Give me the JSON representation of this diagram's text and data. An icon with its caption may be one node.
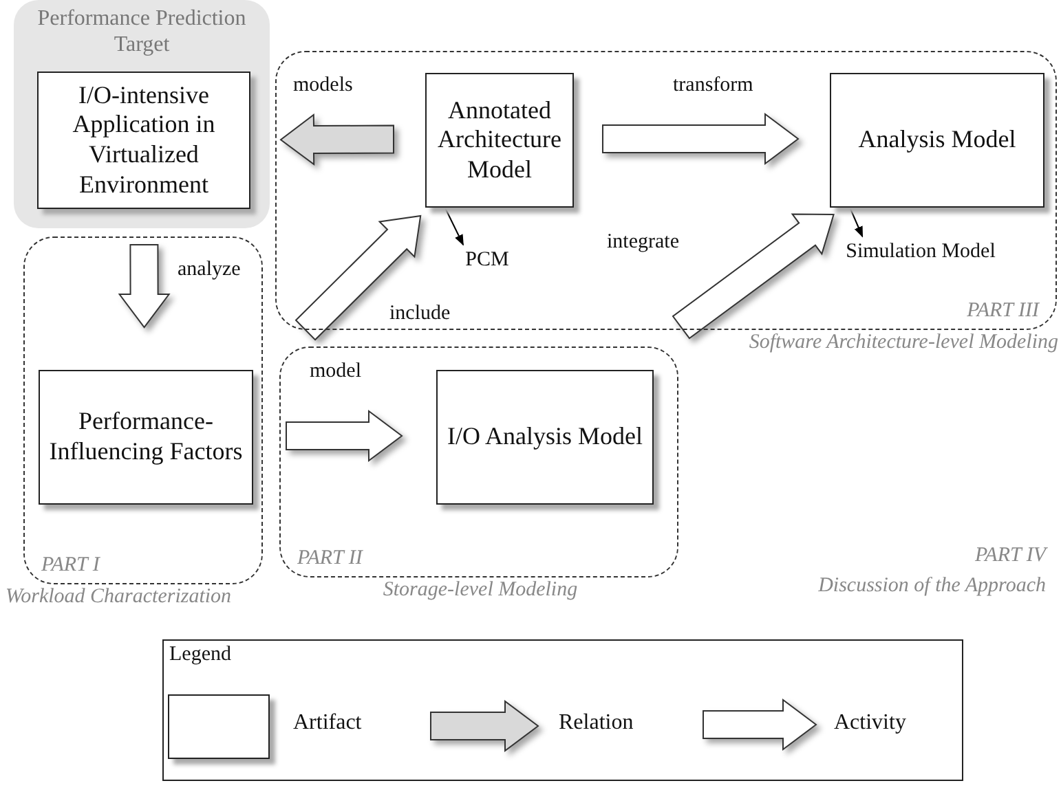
{
  "diagram": {
    "nodes": [
      {
        "text": [
          "Performance Prediction Target"
        ]
      },
      {
        "text": [
          "I/O-intensive Application in Virtualized Environment"
        ],
        "in": 0
      },
      {
        "text": [
          "PART I",
          "Workload Characterization"
        ]
      },
      {
        "text": [
          "Performance-Influencing Factors"
        ],
        "in": 2
      },
      {
        "text": [
          "PART III",
          "Software Architecture-level Modeling"
        ]
      },
      {
        "text": [
          "Annotated Architecture Model"
        ],
        "in": 4
      },
      {
        "text": [
          "Analysis Model"
        ],
        "in": 4
      },
      {
        "text": [
          "PART II",
          "Storage-level Modeling"
        ]
      },
      {
        "text": [
          "I/O Analysis Model"
        ],
        "in": 7
      },
      {
        "text": [
          "PCM"
        ],
        "in": 4
      },
      {
        "text": [
          "Simulation Model"
        ],
        "in": 4
      }
    ],
    "edges": [
      {
        "from": 5,
        "to": 1,
        "arrow": "to",
        "label": "models",
        "style": "thick",
        "color": "#d9d9d9"
      },
      {
        "from": 1,
        "to": 3,
        "arrow": "to",
        "label": "analyze",
        "style": "thick"
      },
      {
        "from": null,
        "to": 5,
        "arrow": "to",
        "label": "include",
        "style": "thick"
      },
      {
        "from": 5,
        "to": 6,
        "arrow": "to",
        "label": "transform",
        "style": "thick"
      },
      {
        "from": null,
        "to": 6,
        "arrow": "to",
        "label": "integrate",
        "style": "thick"
      },
      {
        "from": 3,
        "to": 8,
        "arrow": "to",
        "label": "model",
        "style": "thick"
      },
      {
        "from": 5,
        "to": 9,
        "arrow": "to"
      },
      {
        "from": 6,
        "to": 10,
        "arrow": "to"
      }
    ],
    "labels": [
      "PART IV",
      "Discussion of the Approach",
      "Legend"
    ],
    "legend": [
      {
        "text": "Artifact"
      },
      {
        "text": "Relation"
      },
      {
        "text": "Activity"
      }
    ]
  }
}
